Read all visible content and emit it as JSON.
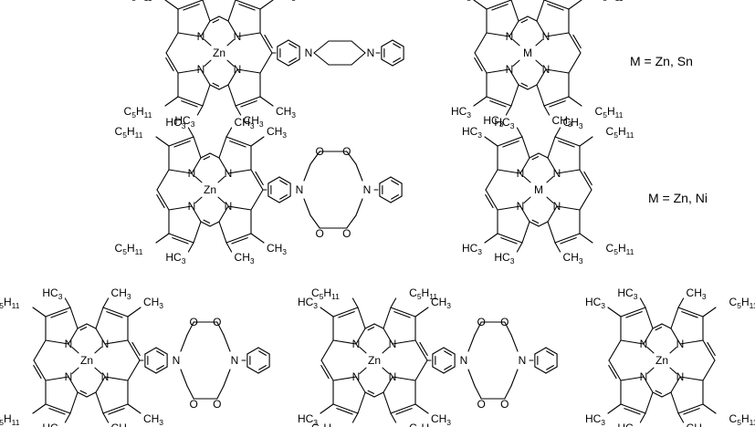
{
  "atoms": {
    "N": "N",
    "Zn": "Zn",
    "M": "M"
  },
  "substituents": {
    "methyl_H": "H",
    "methyl_C": "C",
    "methyl_3": "3",
    "pentyl_C": "C",
    "pentyl_5": "5",
    "pentyl_H": "H",
    "pentyl_11": "11"
  },
  "captions": {
    "row1": "M = Zn, Sn",
    "row2": "M = Zn, Ni"
  },
  "icons": {
    "molecule": "porphyrin-structure"
  }
}
